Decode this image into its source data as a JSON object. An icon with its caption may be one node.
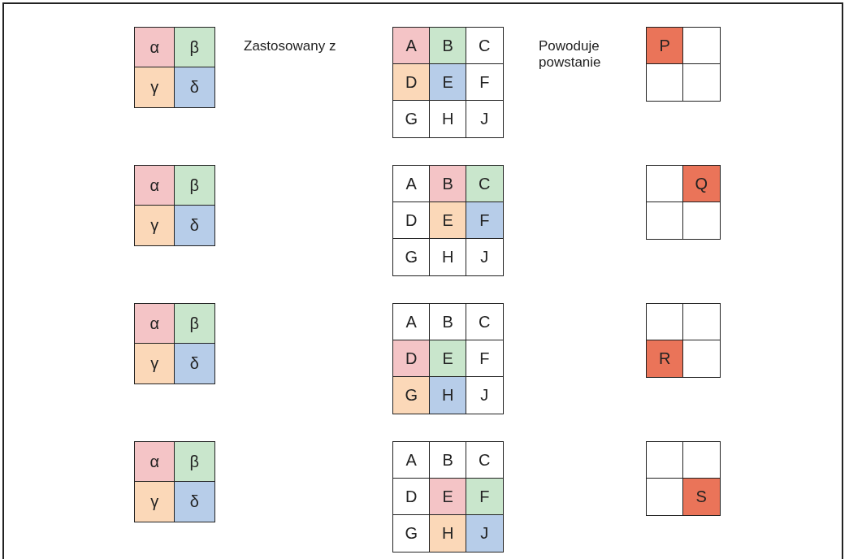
{
  "diagram": {
    "nodes": [
      {
        "text": [],
        "shape": "box"
      },
      {
        "text": [
          "α"
        ],
        "in": 0
      },
      {
        "text": [
          "β"
        ],
        "in": 0
      },
      {
        "text": [
          "γ"
        ],
        "in": 0
      },
      {
        "text": [
          "δ"
        ],
        "in": 0
      },
      {
        "text": [],
        "shape": "box"
      },
      {
        "text": [
          "A"
        ],
        "in": 5
      },
      {
        "text": [
          "B"
        ],
        "in": 5
      },
      {
        "text": [
          "C"
        ],
        "in": 5
      },
      {
        "text": [
          "D"
        ],
        "in": 5
      },
      {
        "text": [
          "E"
        ],
        "in": 5
      },
      {
        "text": [
          "F"
        ],
        "in": 5
      },
      {
        "text": [
          "G"
        ],
        "in": 5
      },
      {
        "text": [
          "H"
        ],
        "in": 5
      },
      {
        "text": [
          "J"
        ],
        "in": 5
      },
      {
        "text": [],
        "shape": "box"
      },
      {
        "text": [
          "P"
        ],
        "in": 15
      },
      {
        "text": [],
        "shape": "box",
        "in": 15
      },
      {
        "text": [],
        "shape": "box",
        "in": 15
      },
      {
        "text": [],
        "shape": "box",
        "in": 15
      },
      {
        "text": [],
        "shape": "box"
      },
      {
        "text": [
          "α"
        ],
        "in": 20
      },
      {
        "text": [
          "β"
        ],
        "in": 20
      },
      {
        "text": [
          "γ"
        ],
        "in": 20
      },
      {
        "text": [
          "δ"
        ],
        "in": 20
      },
      {
        "text": [],
        "shape": "box"
      },
      {
        "text": [
          "A"
        ],
        "in": 25
      },
      {
        "text": [
          "B"
        ],
        "in": 25
      },
      {
        "text": [
          "C"
        ],
        "in": 25
      },
      {
        "text": [
          "D"
        ],
        "in": 25
      },
      {
        "text": [
          "E"
        ],
        "in": 25
      },
      {
        "text": [
          "F"
        ],
        "in": 25
      },
      {
        "text": [
          "G"
        ],
        "in": 25
      },
      {
        "text": [
          "H"
        ],
        "in": 25
      },
      {
        "text": [
          "J"
        ],
        "in": 25
      },
      {
        "text": [],
        "shape": "box"
      },
      {
        "text": [],
        "shape": "box",
        "in": 35
      },
      {
        "text": [
          "Q"
        ],
        "in": 35
      },
      {
        "text": [],
        "shape": "box",
        "in": 35
      },
      {
        "text": [],
        "shape": "box",
        "in": 35
      },
      {
        "text": [],
        "shape": "box"
      },
      {
        "text": [
          "α"
        ],
        "in": 40
      },
      {
        "text": [
          "β"
        ],
        "in": 40
      },
      {
        "text": [
          "γ"
        ],
        "in": 40
      },
      {
        "text": [
          "δ"
        ],
        "in": 40
      },
      {
        "text": [],
        "shape": "box"
      },
      {
        "text": [
          "A"
        ],
        "in": 45
      },
      {
        "text": [
          "B"
        ],
        "in": 45
      },
      {
        "text": [
          "C"
        ],
        "in": 45
      },
      {
        "text": [
          "D"
        ],
        "in": 45
      },
      {
        "text": [
          "E"
        ],
        "in": 45
      },
      {
        "text": [
          "F"
        ],
        "in": 45
      },
      {
        "text": [
          "G"
        ],
        "in": 45
      },
      {
        "text": [
          "H"
        ],
        "in": 45
      },
      {
        "text": [
          "J"
        ],
        "in": 45
      },
      {
        "text": [],
        "shape": "box"
      },
      {
        "text": [],
        "shape": "box",
        "in": 55
      },
      {
        "text": [],
        "shape": "box",
        "in": 55
      },
      {
        "text": [
          "R"
        ],
        "in": 55
      },
      {
        "text": [],
        "shape": "box",
        "in": 55
      },
      {
        "text": [],
        "shape": "box"
      },
      {
        "text": [
          "α"
        ],
        "in": 60
      },
      {
        "text": [
          "β"
        ],
        "in": 60
      },
      {
        "text": [
          "γ"
        ],
        "in": 60
      },
      {
        "text": [
          "δ"
        ],
        "in": 60
      },
      {
        "text": [],
        "shape": "box"
      },
      {
        "text": [
          "A"
        ],
        "in": 65
      },
      {
        "text": [
          "B"
        ],
        "in": 65
      },
      {
        "text": [
          "C"
        ],
        "in": 65
      },
      {
        "text": [
          "D"
        ],
        "in": 65
      },
      {
        "text": [
          "E"
        ],
        "in": 65
      },
      {
        "text": [
          "F"
        ],
        "in": 65
      },
      {
        "text": [
          "G"
        ],
        "in": 65
      },
      {
        "text": [
          "H"
        ],
        "in": 65
      },
      {
        "text": [
          "J"
        ],
        "in": 65
      },
      {
        "text": [],
        "shape": "box"
      },
      {
        "text": [],
        "shape": "box",
        "in": 75
      },
      {
        "text": [],
        "shape": "box",
        "in": 75
      },
      {
        "text": [],
        "shape": "box",
        "in": 75
      },
      {
        "text": [
          "S"
        ],
        "in": 75
      }
    ],
    "labels": [
      "Zastosowany z",
      "Powoduje powstanie"
    ]
  }
}
